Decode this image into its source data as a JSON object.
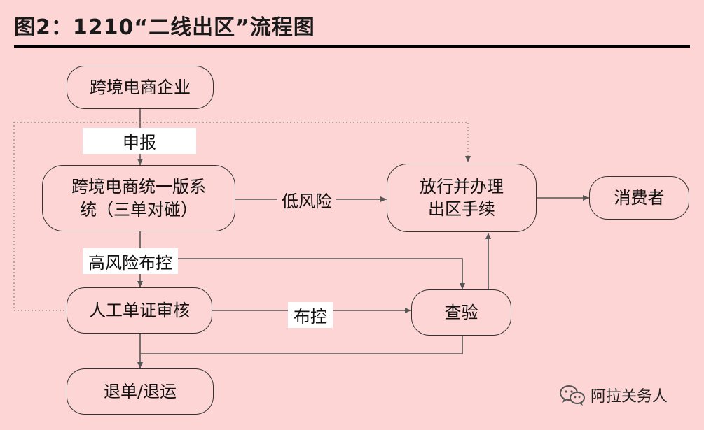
{
  "title": "图2：1210“二线出区”流程图",
  "nodes": {
    "enterprise": "跨境电商企业",
    "system_line1": "跨境电商统一版系",
    "system_line2": "统（三单对碰）",
    "manual": "人工单证审核",
    "release_line1": "放行并办理",
    "release_line2": "出区手续",
    "consumer": "消费者",
    "inspection": "查验",
    "return": "退单/退运"
  },
  "labels": {
    "declare": "申报",
    "low_risk": "低风险",
    "high_risk": "高风险布控",
    "control": "布控"
  },
  "watermark": {
    "text": "阿拉关务人",
    "icon": "wechat-icon"
  },
  "colors": {
    "background": "#fdd5d5",
    "line": "#555555",
    "label_bg": "#ffffff"
  }
}
